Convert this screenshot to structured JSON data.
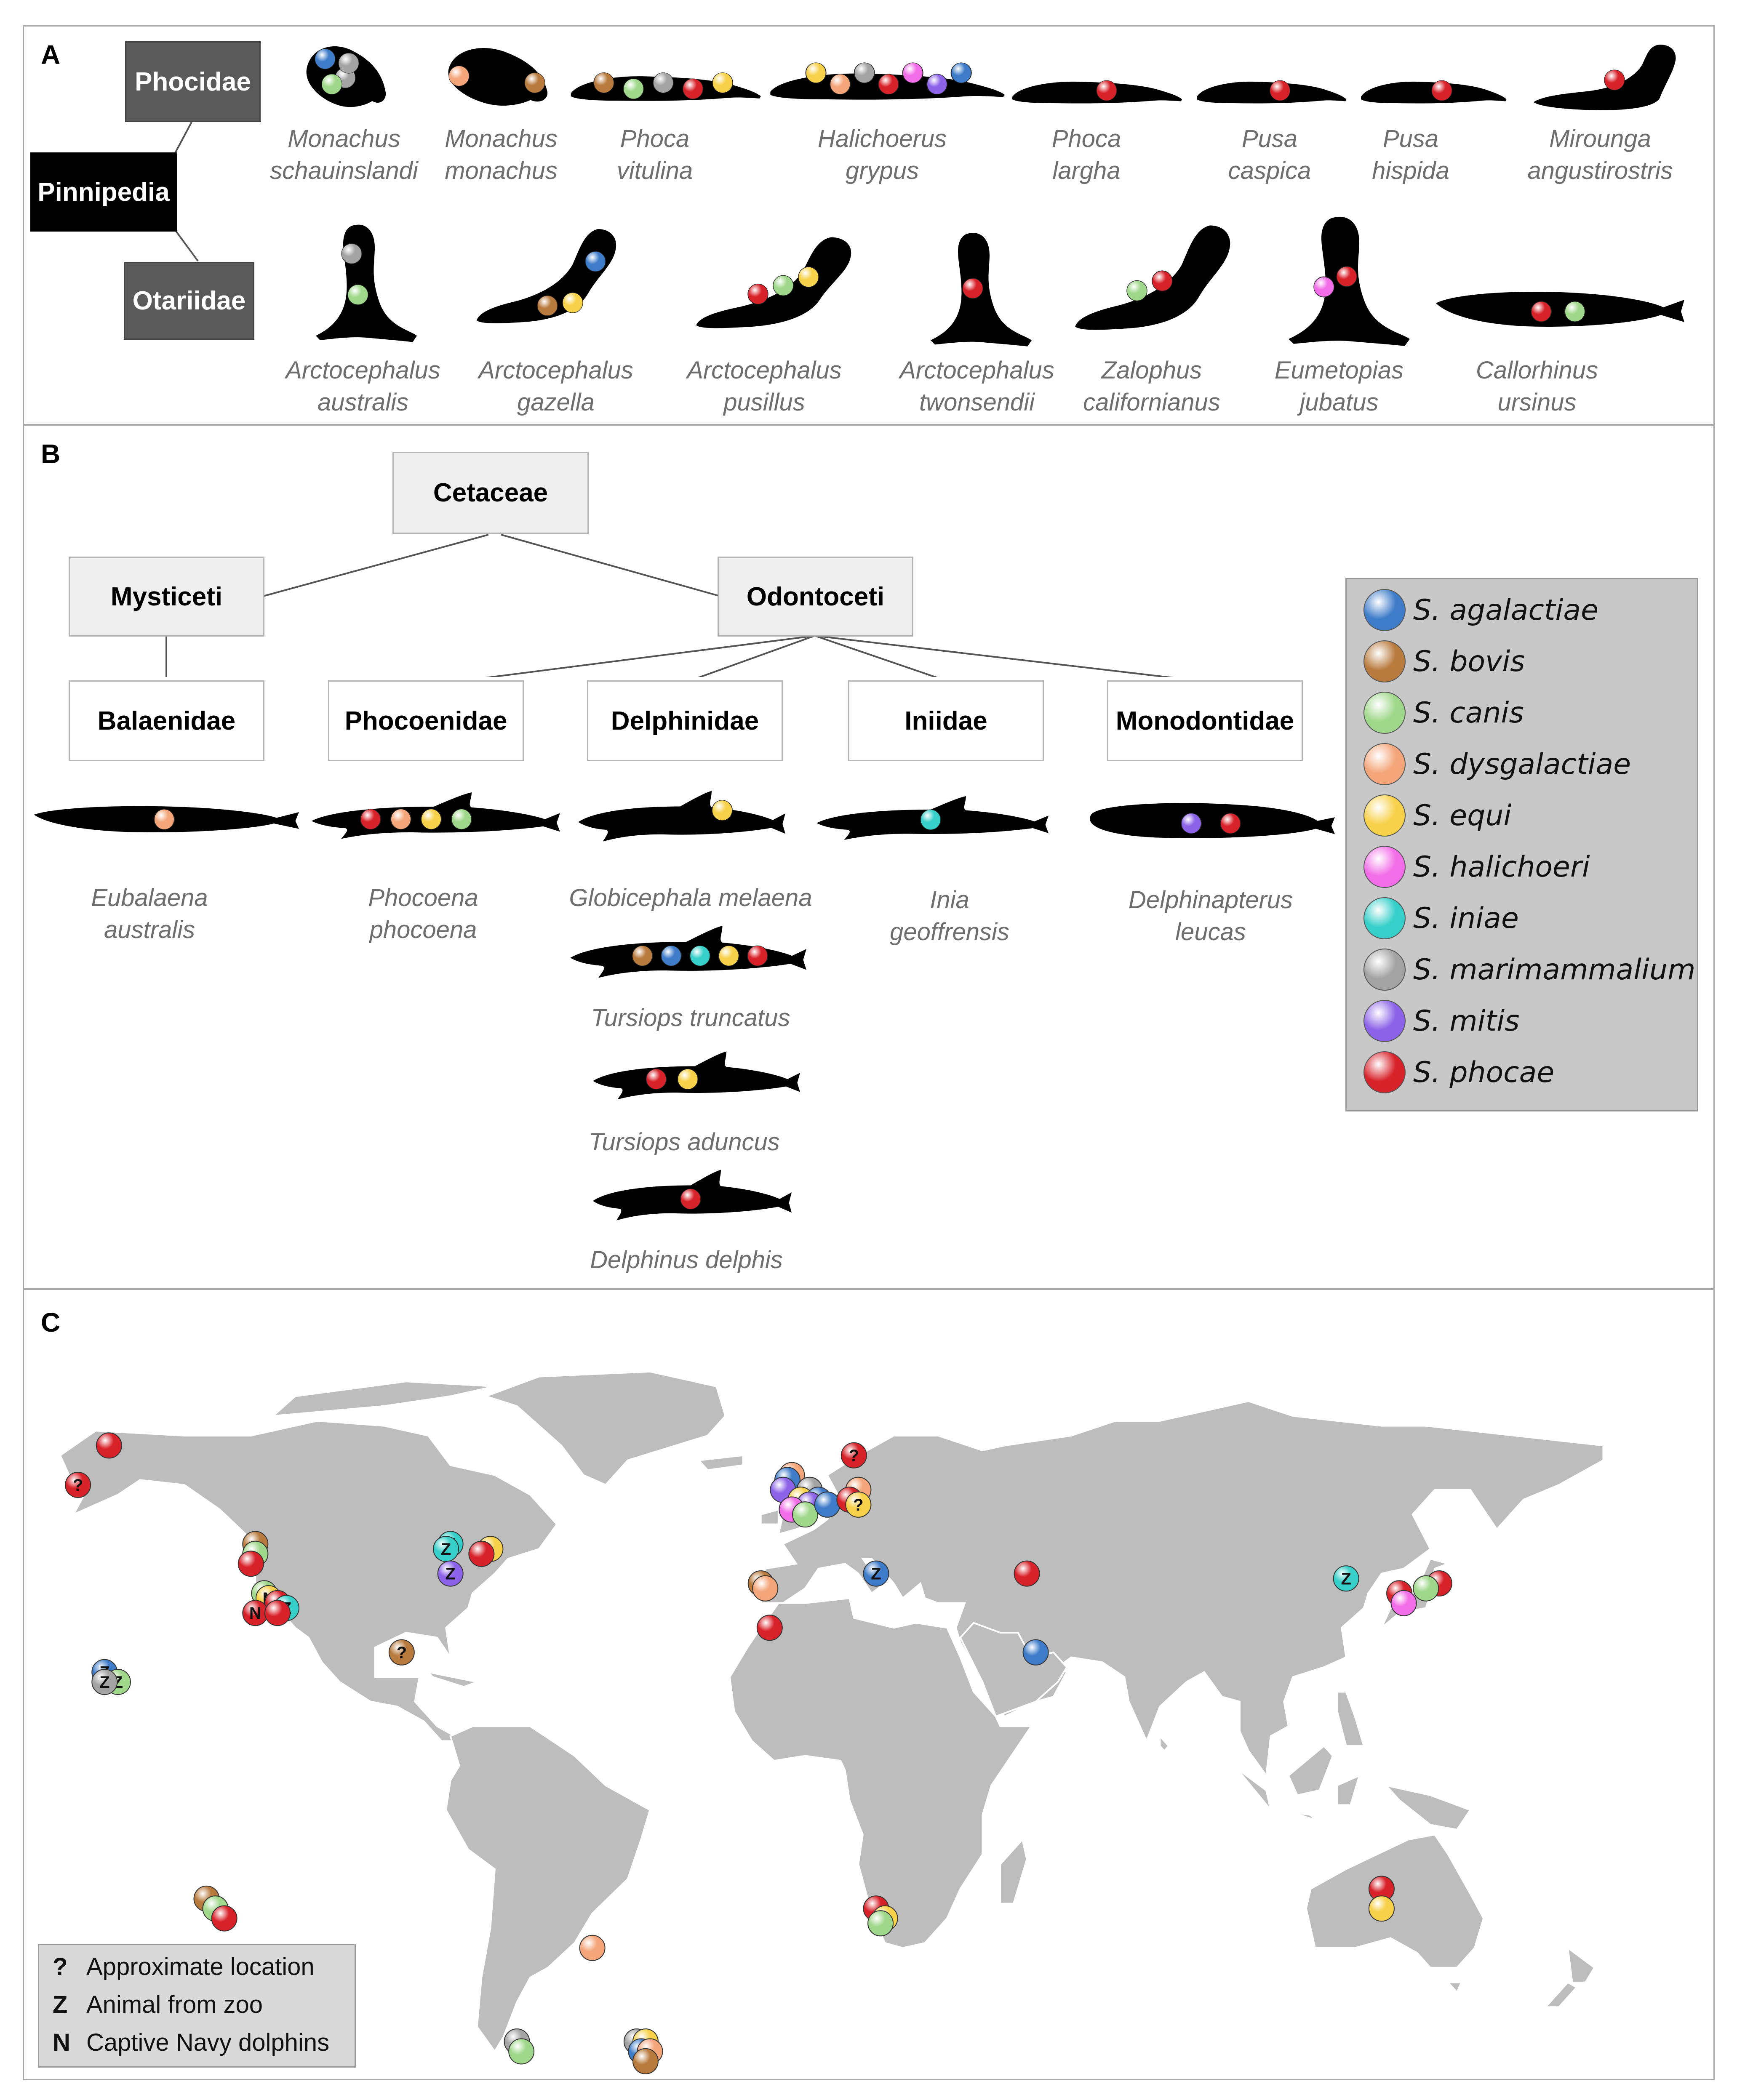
{
  "panels": {
    "a": "A",
    "b": "B",
    "c": "C"
  },
  "pinnipedia": {
    "root": "Pinnipedia",
    "family1": "Phocidae",
    "family2": "Otariidae",
    "phocidae": [
      {
        "genus": "Monachus",
        "species": "schauinslandi",
        "markers": [
          "agalactiae",
          "marimammalium",
          "canis",
          "marimammalium"
        ]
      },
      {
        "genus": "Monachus",
        "species": "monachus",
        "markers": [
          "dysgalactiae",
          "bovis"
        ]
      },
      {
        "genus": "Phoca",
        "species": "vitulina",
        "markers": [
          "bovis",
          "canis",
          "marimammalium",
          "phocae",
          "equi"
        ]
      },
      {
        "genus": "Halichoerus",
        "species": "grypus",
        "markers": [
          "equi",
          "dysgalactiae",
          "marimammalium",
          "phocae",
          "halichoeri",
          "mitis",
          "agalactiae"
        ]
      },
      {
        "genus": "Phoca",
        "species": "largha",
        "markers": [
          "phocae"
        ]
      },
      {
        "genus": "Pusa",
        "species": "caspica",
        "markers": [
          "phocae"
        ]
      },
      {
        "genus": "Pusa",
        "species": "hispida",
        "markers": [
          "phocae"
        ]
      },
      {
        "genus": "Mirounga",
        "species": "angustirostris",
        "markers": [
          "phocae"
        ]
      }
    ],
    "otariidae": [
      {
        "genus": "Arctocephalus",
        "species": "australis",
        "markers": [
          "marimammalium",
          "canis"
        ]
      },
      {
        "genus": "Arctocephalus",
        "species": "gazella",
        "markers": [
          "agalactiae",
          "bovis",
          "equi"
        ]
      },
      {
        "genus": "Arctocephalus",
        "species": "pusillus",
        "markers": [
          "phocae",
          "canis",
          "equi"
        ]
      },
      {
        "genus": "Arctocephalus",
        "species": "twonsendii",
        "markers": [
          "phocae"
        ]
      },
      {
        "genus": "Zalophus",
        "species": "californianus",
        "markers": [
          "canis",
          "phocae"
        ]
      },
      {
        "genus": "Eumetopias",
        "species": "jubatus",
        "markers": [
          "halichoeri",
          "phocae"
        ]
      },
      {
        "genus": "Callorhinus",
        "species": "ursinus",
        "markers": [
          "phocae",
          "canis"
        ]
      }
    ]
  },
  "cetaceae": {
    "root": "Cetaceae",
    "sub1": "Mysticeti",
    "sub2": "Odontoceti",
    "families": [
      "Balaenidae",
      "Phocoenidae",
      "Delphinidae",
      "Iniidae",
      "Monodontidae"
    ],
    "species": [
      {
        "line1": "Eubalaena",
        "line2": "australis",
        "markers": [
          "dysgalactiae"
        ]
      },
      {
        "line1": "Phocoena",
        "line2": "phocoena",
        "markers": [
          "phocae",
          "dysgalactiae",
          "equi",
          "canis"
        ]
      },
      {
        "line1": "Globicephala melaena",
        "line2": "",
        "markers": [
          "equi"
        ]
      },
      {
        "line1": "Inia",
        "line2": "geoffrensis",
        "markers": [
          "iniae"
        ]
      },
      {
        "line1": "Delphinapterus",
        "line2": "leucas",
        "markers": [
          "mitis",
          "phocae"
        ]
      },
      {
        "line1": "Tursiops truncatus",
        "line2": "",
        "markers": [
          "bovis",
          "agalactiae",
          "iniae",
          "equi",
          "phocae"
        ]
      },
      {
        "line1": "Tursiops aduncus",
        "line2": "",
        "markers": [
          "phocae",
          "equi"
        ]
      },
      {
        "line1": "Delphinus delphis",
        "line2": "",
        "markers": [
          "phocae"
        ]
      }
    ]
  },
  "legend": [
    {
      "key": "agalactiae",
      "label": "S. agalactiae",
      "color": "#3e7cc9"
    },
    {
      "key": "bovis",
      "label": "S. bovis",
      "color": "#b87a3d"
    },
    {
      "key": "canis",
      "label": "S. canis",
      "color": "#9fd88a"
    },
    {
      "key": "dysgalactiae",
      "label": "S. dysgalactiae",
      "color": "#f4a67a"
    },
    {
      "key": "equi",
      "label": "S. equi",
      "color": "#f7d14a"
    },
    {
      "key": "halichoeri",
      "label": "S. halichoeri",
      "color": "#f26ee8"
    },
    {
      "key": "iniae",
      "label": "S. iniae",
      "color": "#36cfc9"
    },
    {
      "key": "marimammalium",
      "label": "S. marimammalium",
      "color": "#a3a3a3"
    },
    {
      "key": "mitis",
      "label": "S. mitis",
      "color": "#8c63e8"
    },
    {
      "key": "phocae",
      "label": "S. phocae",
      "color": "#d8222a"
    }
  ],
  "map_legend": [
    {
      "symbol": "?",
      "text": "Approximate location"
    },
    {
      "symbol": "Z",
      "text": "Animal from zoo"
    },
    {
      "symbol": "N",
      "text": "Captive Navy dolphins"
    }
  ],
  "map_markers": [
    {
      "species": "phocae",
      "lon": -157,
      "lat": 68
    },
    {
      "species": "phocae",
      "lon": -164,
      "lat": 60,
      "symbol": "?"
    },
    {
      "species": "bovis",
      "lon": -124,
      "lat": 48
    },
    {
      "species": "canis",
      "lon": -124,
      "lat": 46
    },
    {
      "species": "phocae",
      "lon": -125,
      "lat": 44
    },
    {
      "species": "canis",
      "lon": -122,
      "lat": 38
    },
    {
      "species": "equi",
      "lon": -121,
      "lat": 37,
      "symbol": "N"
    },
    {
      "species": "phocae",
      "lon": -119,
      "lat": 36
    },
    {
      "species": "iniae",
      "lon": -117,
      "lat": 35,
      "symbol": "Z"
    },
    {
      "species": "phocae",
      "lon": -124,
      "lat": 34,
      "symbol": "N"
    },
    {
      "species": "phocae",
      "lon": -119,
      "lat": 34
    },
    {
      "species": "iniae",
      "lon": -80,
      "lat": 48,
      "symbol": "Z"
    },
    {
      "species": "iniae",
      "lon": -81,
      "lat": 47,
      "symbol": "Z"
    },
    {
      "species": "mitis",
      "lon": -80,
      "lat": 42,
      "symbol": "Z"
    },
    {
      "species": "equi",
      "lon": -71,
      "lat": 47
    },
    {
      "species": "phocae",
      "lon": -73,
      "lat": 46
    },
    {
      "species": "bovis",
      "lon": -91,
      "lat": 26,
      "symbol": "?"
    },
    {
      "species": "agalactiae",
      "lon": -158,
      "lat": 22,
      "symbol": "Z"
    },
    {
      "species": "canis",
      "lon": -155,
      "lat": 20,
      "symbol": "Z"
    },
    {
      "species": "marimammalium",
      "lon": -158,
      "lat": 20,
      "symbol": "Z"
    },
    {
      "species": "bovis",
      "lon": -135,
      "lat": -24
    },
    {
      "species": "canis",
      "lon": -133,
      "lat": -26
    },
    {
      "species": "phocae",
      "lon": -131,
      "lat": -28
    },
    {
      "species": "dysgalactiae",
      "lon": -48,
      "lat": -34
    },
    {
      "species": "marimammalium",
      "lon": -65,
      "lat": -53
    },
    {
      "species": "canis",
      "lon": -64,
      "lat": -55
    },
    {
      "species": "marimammalium",
      "lon": -38,
      "lat": -53
    },
    {
      "species": "equi",
      "lon": -36,
      "lat": -53
    },
    {
      "species": "agalactiae",
      "lon": -37,
      "lat": -55
    },
    {
      "species": "dysgalactiae",
      "lon": -35,
      "lat": -55
    },
    {
      "species": "bovis",
      "lon": -36,
      "lat": -57
    },
    {
      "species": "dysgalactiae",
      "lon": -3,
      "lat": 62
    },
    {
      "species": "agalactiae",
      "lon": -4,
      "lat": 61
    },
    {
      "species": "mitis",
      "lon": -5,
      "lat": 59
    },
    {
      "species": "marimammalium",
      "lon": 1,
      "lat": 59
    },
    {
      "species": "equi",
      "lon": -1,
      "lat": 57
    },
    {
      "species": "agalactiae",
      "lon": 3,
      "lat": 57
    },
    {
      "species": "mitis",
      "lon": 1,
      "lat": 56
    },
    {
      "species": "halichoeri",
      "lon": -3,
      "lat": 55
    },
    {
      "species": "canis",
      "lon": 0,
      "lat": 54
    },
    {
      "species": "agalactiae",
      "lon": 5,
      "lat": 56
    },
    {
      "species": "phocae",
      "lon": 11,
      "lat": 66,
      "symbol": "?"
    },
    {
      "species": "dysgalactiae",
      "lon": 12,
      "lat": 59
    },
    {
      "species": "phocae",
      "lon": 10,
      "lat": 57
    },
    {
      "species": "equi",
      "lon": 12,
      "lat": 56,
      "symbol": "?"
    },
    {
      "species": "bovis",
      "lon": -10,
      "lat": 40
    },
    {
      "species": "dysgalactiae",
      "lon": -9,
      "lat": 39
    },
    {
      "species": "phocae",
      "lon": -8,
      "lat": 31
    },
    {
      "species": "agalactiae",
      "lon": 16,
      "lat": 42,
      "symbol": "Z"
    },
    {
      "species": "phocae",
      "lon": 50,
      "lat": 42
    },
    {
      "species": "agalactiae",
      "lon": 52,
      "lat": 26
    },
    {
      "species": "iniae",
      "lon": 122,
      "lat": 41,
      "symbol": "Z"
    },
    {
      "species": "phocae",
      "lon": 143,
      "lat": 40
    },
    {
      "species": "canis",
      "lon": 140,
      "lat": 39
    },
    {
      "species": "phocae",
      "lon": 134,
      "lat": 38
    },
    {
      "species": "halichoeri",
      "lon": 135,
      "lat": 36
    },
    {
      "species": "phocae",
      "lon": 16,
      "lat": -26
    },
    {
      "species": "equi",
      "lon": 18,
      "lat": -28
    },
    {
      "species": "canis",
      "lon": 17,
      "lat": -29
    },
    {
      "species": "phocae",
      "lon": 130,
      "lat": -22
    },
    {
      "species": "equi",
      "lon": 130,
      "lat": -26
    }
  ]
}
